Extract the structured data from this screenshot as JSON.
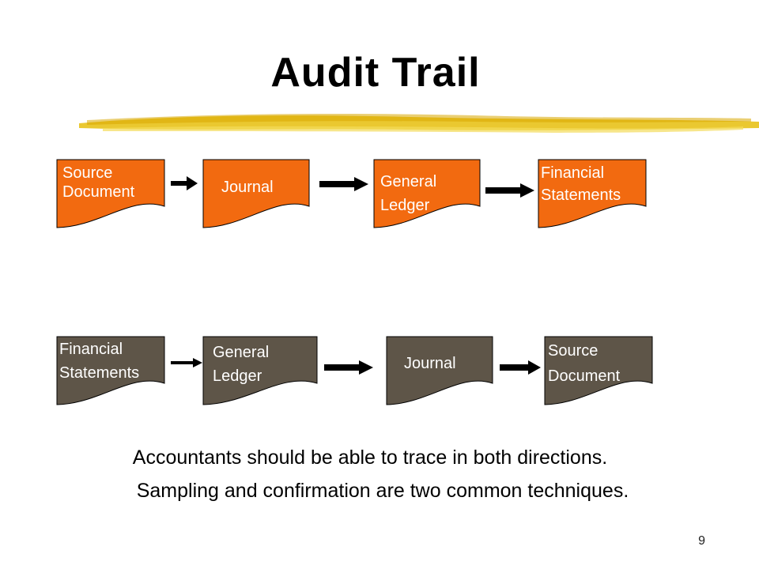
{
  "slide": {
    "title": "Audit Trail",
    "page_number": "9"
  },
  "colors": {
    "forward": "#f26a10",
    "backward": "#5e5548",
    "outline": "#000000",
    "brush": "#e8c21a"
  },
  "rows": {
    "forward": [
      {
        "label": "Source\nDocument"
      },
      {
        "label": "Journal"
      },
      {
        "label": "General\nLedger"
      },
      {
        "label": "Financial\nStatements"
      }
    ],
    "backward": [
      {
        "label": "Financial\nStatements"
      },
      {
        "label": "General\nLedger"
      },
      {
        "label": "Journal"
      },
      {
        "label": "Source\nDocument"
      }
    ]
  },
  "captions": {
    "line1": "Accountants should be able to trace in both directions.",
    "line2": "Sampling and confirmation are two common techniques."
  }
}
